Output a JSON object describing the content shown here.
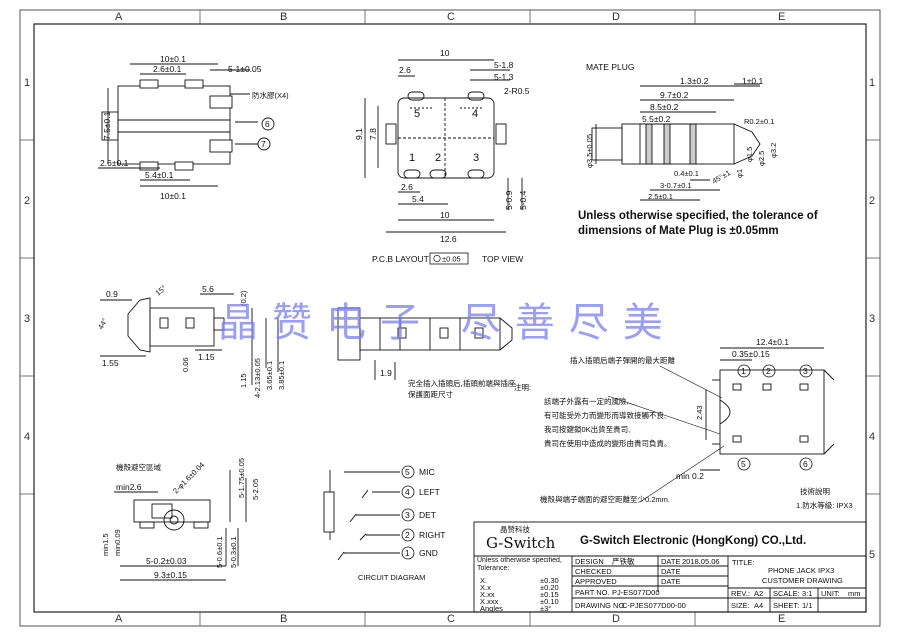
{
  "grid": {
    "columns": [
      "A",
      "B",
      "C",
      "D",
      "E"
    ],
    "rows": [
      "1",
      "2",
      "3",
      "4",
      "5"
    ]
  },
  "top_left_view": {
    "dims": [
      "10±0.1",
      "2.6±0.1",
      "5-1±0.05",
      "7.5±0.1",
      "2.6±0.1",
      "5.4±0.1",
      "10±0.1"
    ],
    "callout_waterproof": "防水膠(X4)",
    "callouts": [
      "6",
      "7"
    ]
  },
  "pcb_view": {
    "dims": [
      "10",
      "2.6",
      "5-1.8",
      "5-1.3",
      "2-R0.5",
      "9.1",
      "7.8",
      "2.6",
      "5.4",
      "10",
      "12.6",
      "5-0.9",
      "5-0.4"
    ],
    "pins_top": [
      "5",
      "4"
    ],
    "pins_bottom": [
      "1",
      "2",
      "3"
    ],
    "caption_left": "P.C.B LAYOUT",
    "tolerance": "±0.05",
    "caption_right": "TOP VIEW"
  },
  "mate_plug": {
    "title": "MATE PLUG",
    "dims": [
      "1.3±0.2",
      "1±0.1",
      "9.7±0.2",
      "8.5±0.2",
      "5.5±0.2",
      "R0.2±0.1",
      "φ3.5±0.05",
      "φ2.5",
      "φ3.2",
      "φ1.5",
      "φ1",
      "0.4±0.1",
      "3-0.7±0.1",
      "2.5±0.1",
      "45°±1"
    ],
    "tolerance_note": "Unless otherwise specified, the tolerance of dimensions of Mate Plug is ±0.05mm"
  },
  "side_view": {
    "dims": [
      "0.9",
      "5.6",
      "15°",
      "(0.2)",
      "44°",
      "1.55",
      "0.06",
      "1.15",
      "1.15",
      "4-2.13±0.05",
      "3.65±0.1",
      "3.85±0.1",
      "1.9"
    ],
    "note_insert": "完全插入插頭后,插頭前端與插座保護面距尺寸"
  },
  "watermark": "晶赞电子  尽善尽美",
  "right_view": {
    "dims": [
      "12.4±0.1",
      "0.35±0.15",
      "2.43",
      "min 0.2"
    ],
    "pins_top": [
      "1",
      "2",
      "3"
    ],
    "pins_bottom": [
      "5",
      "6"
    ],
    "note_max_distance": "插入插頭后端子彈開的最大距離",
    "note_title": "注明:",
    "notes": [
      "該端子外露有一定的風險,",
      "有可能受外力而變形而導致接觸不良,",
      "我司按鍵鎖0K出貨至貴司,",
      "貴司在使用中造成的變形由貴司負責。"
    ],
    "note_pcb_gap": "機殼與端子端面的避空距離至少0.2mm.",
    "tech_title": "技術說明",
    "tech_item": "1.防水等級: IPX3"
  },
  "bottom_left_view": {
    "label_keepout": "機殼避空區域",
    "dims": [
      "min2.6",
      "2-φ1.6±0.04",
      "5-1.75±0.05",
      "5-2.05",
      "min1.5",
      "min0.09",
      "5-0.6±0.1",
      "5-0.3±0.1",
      "5-0.2±0.03",
      "9.3±0.15"
    ]
  },
  "circuit": {
    "pins": [
      {
        "num": "5",
        "label": "MIC"
      },
      {
        "num": "4",
        "label": "LEFT"
      },
      {
        "num": "3",
        "label": "DET"
      },
      {
        "num": "2",
        "label": "RIGHT"
      },
      {
        "num": "1",
        "label": "GND"
      }
    ],
    "caption": "CIRCUIT DIAGRAM"
  },
  "title_block": {
    "logo_cn": "晶赞科技",
    "logo_en": "G-Switch",
    "company": "G-Switch Electronic (HongKong) CO.,Ltd.",
    "tolerance_heading": "Unless otherwise specified, Tolerance:",
    "tolerances": [
      {
        "k": "X.",
        "v": "±0.30"
      },
      {
        "k": "X.x",
        "v": "±0.20"
      },
      {
        "k": "X.xx",
        "v": "±0.15"
      },
      {
        "k": "X.xxx",
        "v": "±0.10"
      },
      {
        "k": "Angles",
        "v": "±3°"
      }
    ],
    "design_label": "DESIGN",
    "design_value": "严铁敏",
    "date_label": "DATE",
    "design_date": "2018.05.06",
    "checked_label": "CHECKED",
    "approved_label": "APPROVED",
    "part_no_label": "PART NO.",
    "part_no": "PJ-ES077D00",
    "drawing_no_label": "DRAWING NO.",
    "drawing_no": "C-PJES077D00-00",
    "title_label": "TITLE:",
    "title_line1": "PHONE JACK IPX3",
    "title_line2": "CUSTOMER DRAWING",
    "rev_label": "REV.:",
    "rev": "A2",
    "scale_label": "SCALE:",
    "scale": "3:1",
    "unit_label": "UNIT:",
    "unit": "mm",
    "size_label": "SIZE:",
    "size": "A4",
    "sheet_label": "SHEET:",
    "sheet": "1/1"
  }
}
